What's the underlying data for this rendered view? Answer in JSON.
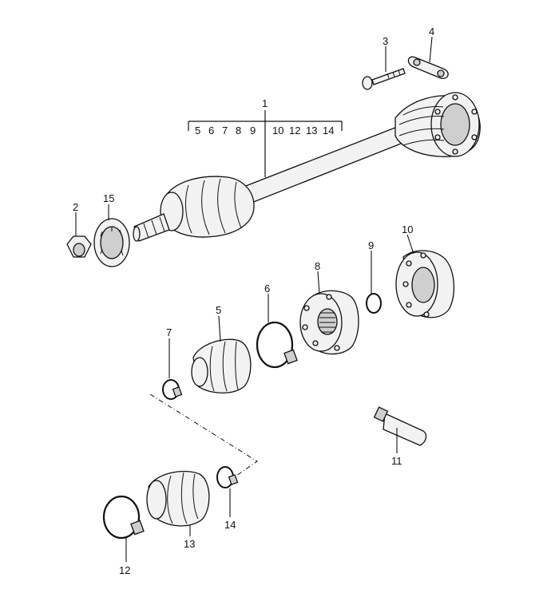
{
  "callouts": {
    "c1": "1",
    "c2": "2",
    "c3": "3",
    "c4": "4",
    "c5": "5",
    "c6": "6",
    "c7": "7",
    "c8": "8",
    "c9": "9",
    "c10": "10",
    "c11": "11",
    "c12": "12",
    "c13": "13",
    "c14": "14",
    "c15": "15"
  },
  "bracket_items": [
    "5",
    "6",
    "7",
    "8",
    "9",
    "10",
    "12",
    "13",
    "14"
  ]
}
